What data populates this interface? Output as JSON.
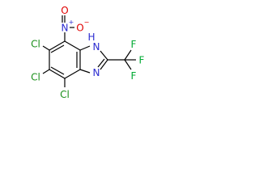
{
  "molecule": {
    "atoms": {
      "nitro_n": "N",
      "nitro_charge": "+",
      "nitro_o_top": "O",
      "nitro_o_right": "O",
      "nitro_o_charge": "−",
      "cl_top": "Cl",
      "cl_mid": "Cl",
      "cl_bottom": "Cl",
      "nh_n": "N",
      "nh_h": "H",
      "imine_n": "N",
      "f_top": "F",
      "f_right": "F",
      "f_bottom": "F"
    },
    "colors": {
      "bond": "#000000",
      "carbon_text": "#000000",
      "chlorine": "#1a8f1a",
      "nitrogen": "#2b2bd0",
      "oxygen": "#e00000",
      "fluorine": "#00aa33"
    }
  }
}
